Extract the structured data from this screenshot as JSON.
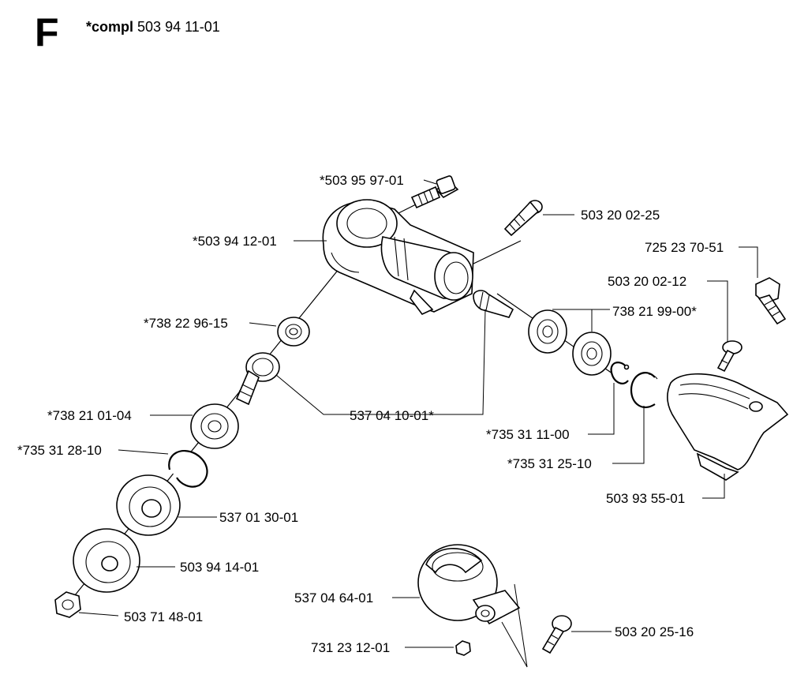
{
  "header": {
    "letter": "F",
    "compl_prefix": "*compl",
    "compl_number": "503 94 11-01"
  },
  "labels": {
    "l_503_95_97_01": "*503 95 97-01",
    "l_503_20_02_25": "503 20 02-25",
    "l_503_94_12_01": "*503 94 12-01",
    "l_725_23_70_51": "725 23 70-51",
    "l_503_20_02_12": "503 20 02-12",
    "l_738_21_99_00": "738 21 99-00*",
    "l_738_22_96_15": "*738 22 96-15",
    "l_738_21_01_04": "*738 21 01-04",
    "l_537_04_10_01": "537 04 10-01*",
    "l_735_31_11_00": "*735 31 11-00",
    "l_735_31_28_10": "*735 31 28-10",
    "l_735_31_25_10": "*735 31 25-10",
    "l_503_93_55_01": "503 93 55-01",
    "l_537_01_30_01": "537 01 30-01",
    "l_503_94_14_01": "503 94 14-01",
    "l_503_71_48_01": "503 71 48-01",
    "l_537_04_64_01": "537 04 64-01",
    "l_503_20_25_16": "503 20 25-16",
    "l_731_23_12_01": "731 23 12-01"
  }
}
